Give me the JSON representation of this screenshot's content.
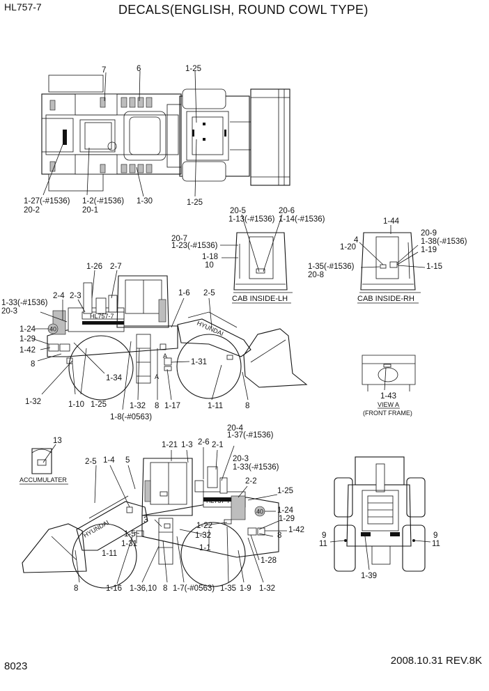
{
  "header": {
    "model": "HL757-7",
    "title": "DECALS(ENGLISH, ROUND COWL TYPE)"
  },
  "footer": {
    "page_number": "8023",
    "date_revision": "2008.10.31  REV.8K"
  },
  "captions": {
    "cab_inside_lh": "CAB INSIDE-LH",
    "cab_inside_rh": "CAB INSIDE-RH",
    "view_a": "VIEW A",
    "front_frame": "(FRONT FRAME)",
    "accumulater": "ACCUMULATER"
  },
  "decal_text": {
    "brand": "HYUNDAI",
    "model_badge": "HL757-7",
    "badge_40": "40",
    "arrow_a": "A"
  },
  "labels": {
    "top": [
      "7",
      "6",
      "1-25",
      "1-27(-#1536)",
      "20-2",
      "1-2(-#1536)",
      "20-1",
      "1-30",
      "1-25"
    ],
    "cab_lh": [
      "20-5",
      "1-13(-#1536)",
      "20-6",
      "1-14(-#1536)",
      "20-7",
      "1-23(-#1536)",
      "1-18",
      "10"
    ],
    "cab_rh": [
      "1-44",
      "20-9",
      "4",
      "1-38(-#1536)",
      "1-20",
      "1-19",
      "1-35(-#1536)",
      "20-8",
      "1-15"
    ],
    "left_side": [
      "1-26",
      "2-7",
      "1-33(-#1536)",
      "20-3",
      "2-4",
      "2-3",
      "1-6",
      "2-5",
      "1-24",
      "1-29",
      "1-42",
      "8",
      "1-31",
      "1-34",
      "1-32",
      "1-10",
      "1-25",
      "1-32",
      "8",
      "1-17",
      "1-11",
      "8",
      "1-8(-#0563)"
    ],
    "view_a": [
      "1-43"
    ],
    "accumulater": [
      "13"
    ],
    "right_side": [
      "20-4",
      "1-37(-#1536)",
      "1-21",
      "1-3",
      "2-6",
      "2-1",
      "20-3",
      "1-33(-#1536)",
      "2-5",
      "1-4",
      "5",
      "2-2",
      "1-25",
      "3",
      "1-24",
      "1-5",
      "1-22",
      "1-29",
      "1-31",
      "1-32",
      "1-42",
      "8",
      "1-11",
      "1-1",
      "1-28",
      "8",
      "1-16",
      "1-36,10",
      "8",
      "1-7(-#0563)",
      "1-35",
      "1-9",
      "1-32"
    ],
    "rear": [
      "9",
      "11",
      "9",
      "11",
      "1-39"
    ]
  }
}
